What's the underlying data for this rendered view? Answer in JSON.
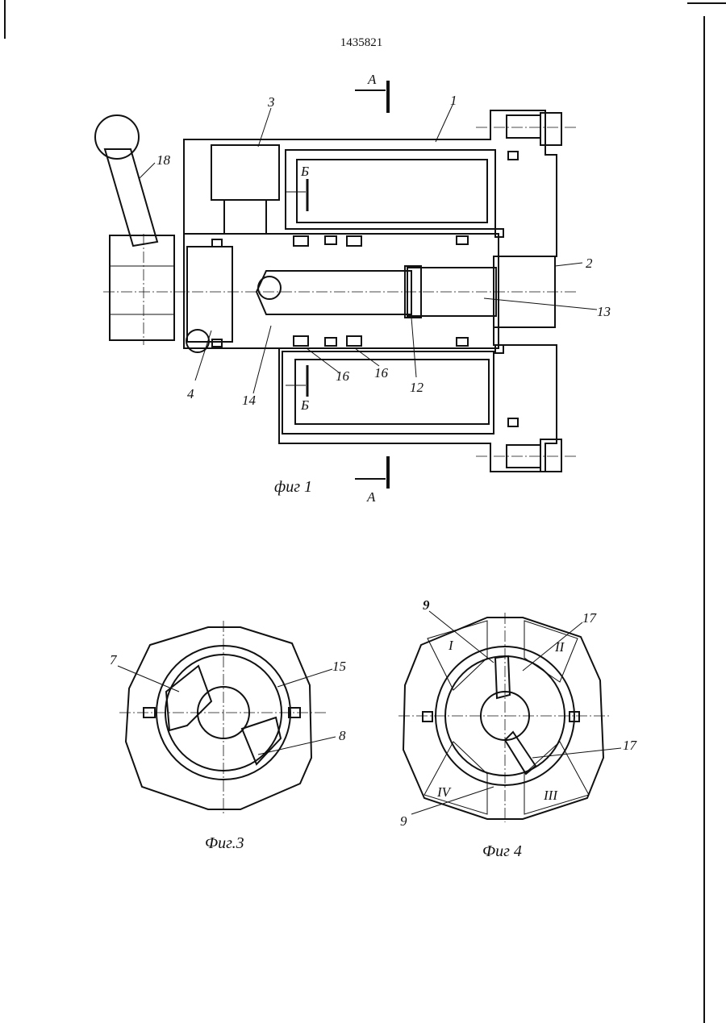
{
  "document": {
    "number": "1435821"
  },
  "figures": {
    "fig1": {
      "caption": "фиг 1"
    },
    "fig3": {
      "caption": "Фиг.3"
    },
    "fig4": {
      "caption": "Фиг 4"
    }
  },
  "labels": {
    "fig1": [
      "1",
      "2",
      "3",
      "4",
      "12",
      "13",
      "14",
      "16",
      "16",
      "18"
    ],
    "section_a": "А",
    "section_b": "Б",
    "fig3": [
      "7",
      "8",
      "15"
    ],
    "fig4": [
      "9",
      "9",
      "17",
      "17"
    ],
    "fig4_zones": [
      "I",
      "II",
      "III",
      "IV"
    ]
  }
}
